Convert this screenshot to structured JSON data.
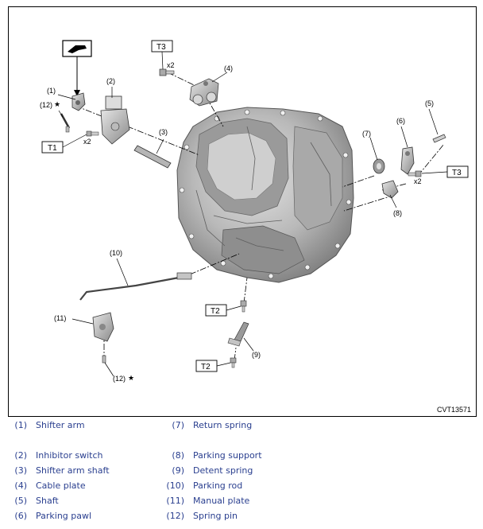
{
  "figure": {
    "figure_id": "CVT13571",
    "callouts": {
      "c1": "(1)",
      "c2": "(2)",
      "c3": "(3)",
      "c4": "(4)",
      "c5": "(5)",
      "c6": "(6)",
      "c7": "(7)",
      "c8": "(8)",
      "c9": "(9)",
      "c10": "(10)",
      "c11": "(11)",
      "c12a": "(12)",
      "c12b": "(12)"
    },
    "star": "★",
    "torque_labels": {
      "t1": "T1",
      "t2a": "T2",
      "t2b": "T2",
      "t3a": "T3",
      "t3b": "T3"
    },
    "qty_labels": {
      "q1": "x2",
      "q2": "x2",
      "q3": "x2"
    }
  },
  "legend": {
    "rows": [
      {
        "left_num": "(1)",
        "left_name": "Shifter arm",
        "right_num": "(7)",
        "right_name": "Return spring"
      },
      {
        "left_num": "(2)",
        "left_name": "Inhibitor switch",
        "right_num": "(8)",
        "right_name": "Parking support"
      },
      {
        "left_num": "(3)",
        "left_name": "Shifter arm shaft",
        "right_num": "(9)",
        "right_name": "Detent spring"
      },
      {
        "left_num": "(4)",
        "left_name": "Cable plate",
        "right_num": "(10)",
        "right_name": "Parking rod"
      },
      {
        "left_num": "(5)",
        "left_name": "Shaft",
        "right_num": "(11)",
        "right_name": "Manual plate"
      },
      {
        "left_num": "(6)",
        "left_name": "Parking pawl",
        "right_num": "(12)",
        "right_name": "Spring pin"
      }
    ]
  },
  "colors": {
    "legend_text": "#2a3f8f",
    "casting_light": "#c8c8c8",
    "casting_dark": "#6a6a6a"
  }
}
